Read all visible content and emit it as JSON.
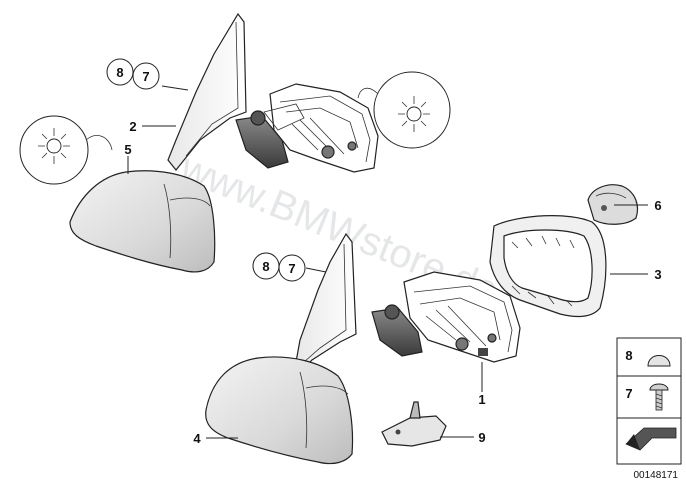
{
  "diagram": {
    "watermark": "www.BMWstore.de",
    "reference_number": "00148171",
    "callouts": {
      "mirror_upper": "2",
      "cap_upper": "5",
      "frame": "3",
      "actuator": "6",
      "mirror_lower": "1",
      "cap_lower": "4",
      "bracket": "9",
      "ring_upper_8": "8",
      "ring_upper_7": "7",
      "ring_lower_8": "8",
      "ring_lower_7": "7"
    },
    "legend": {
      "cap_label": "8",
      "screw_label": "7"
    }
  }
}
